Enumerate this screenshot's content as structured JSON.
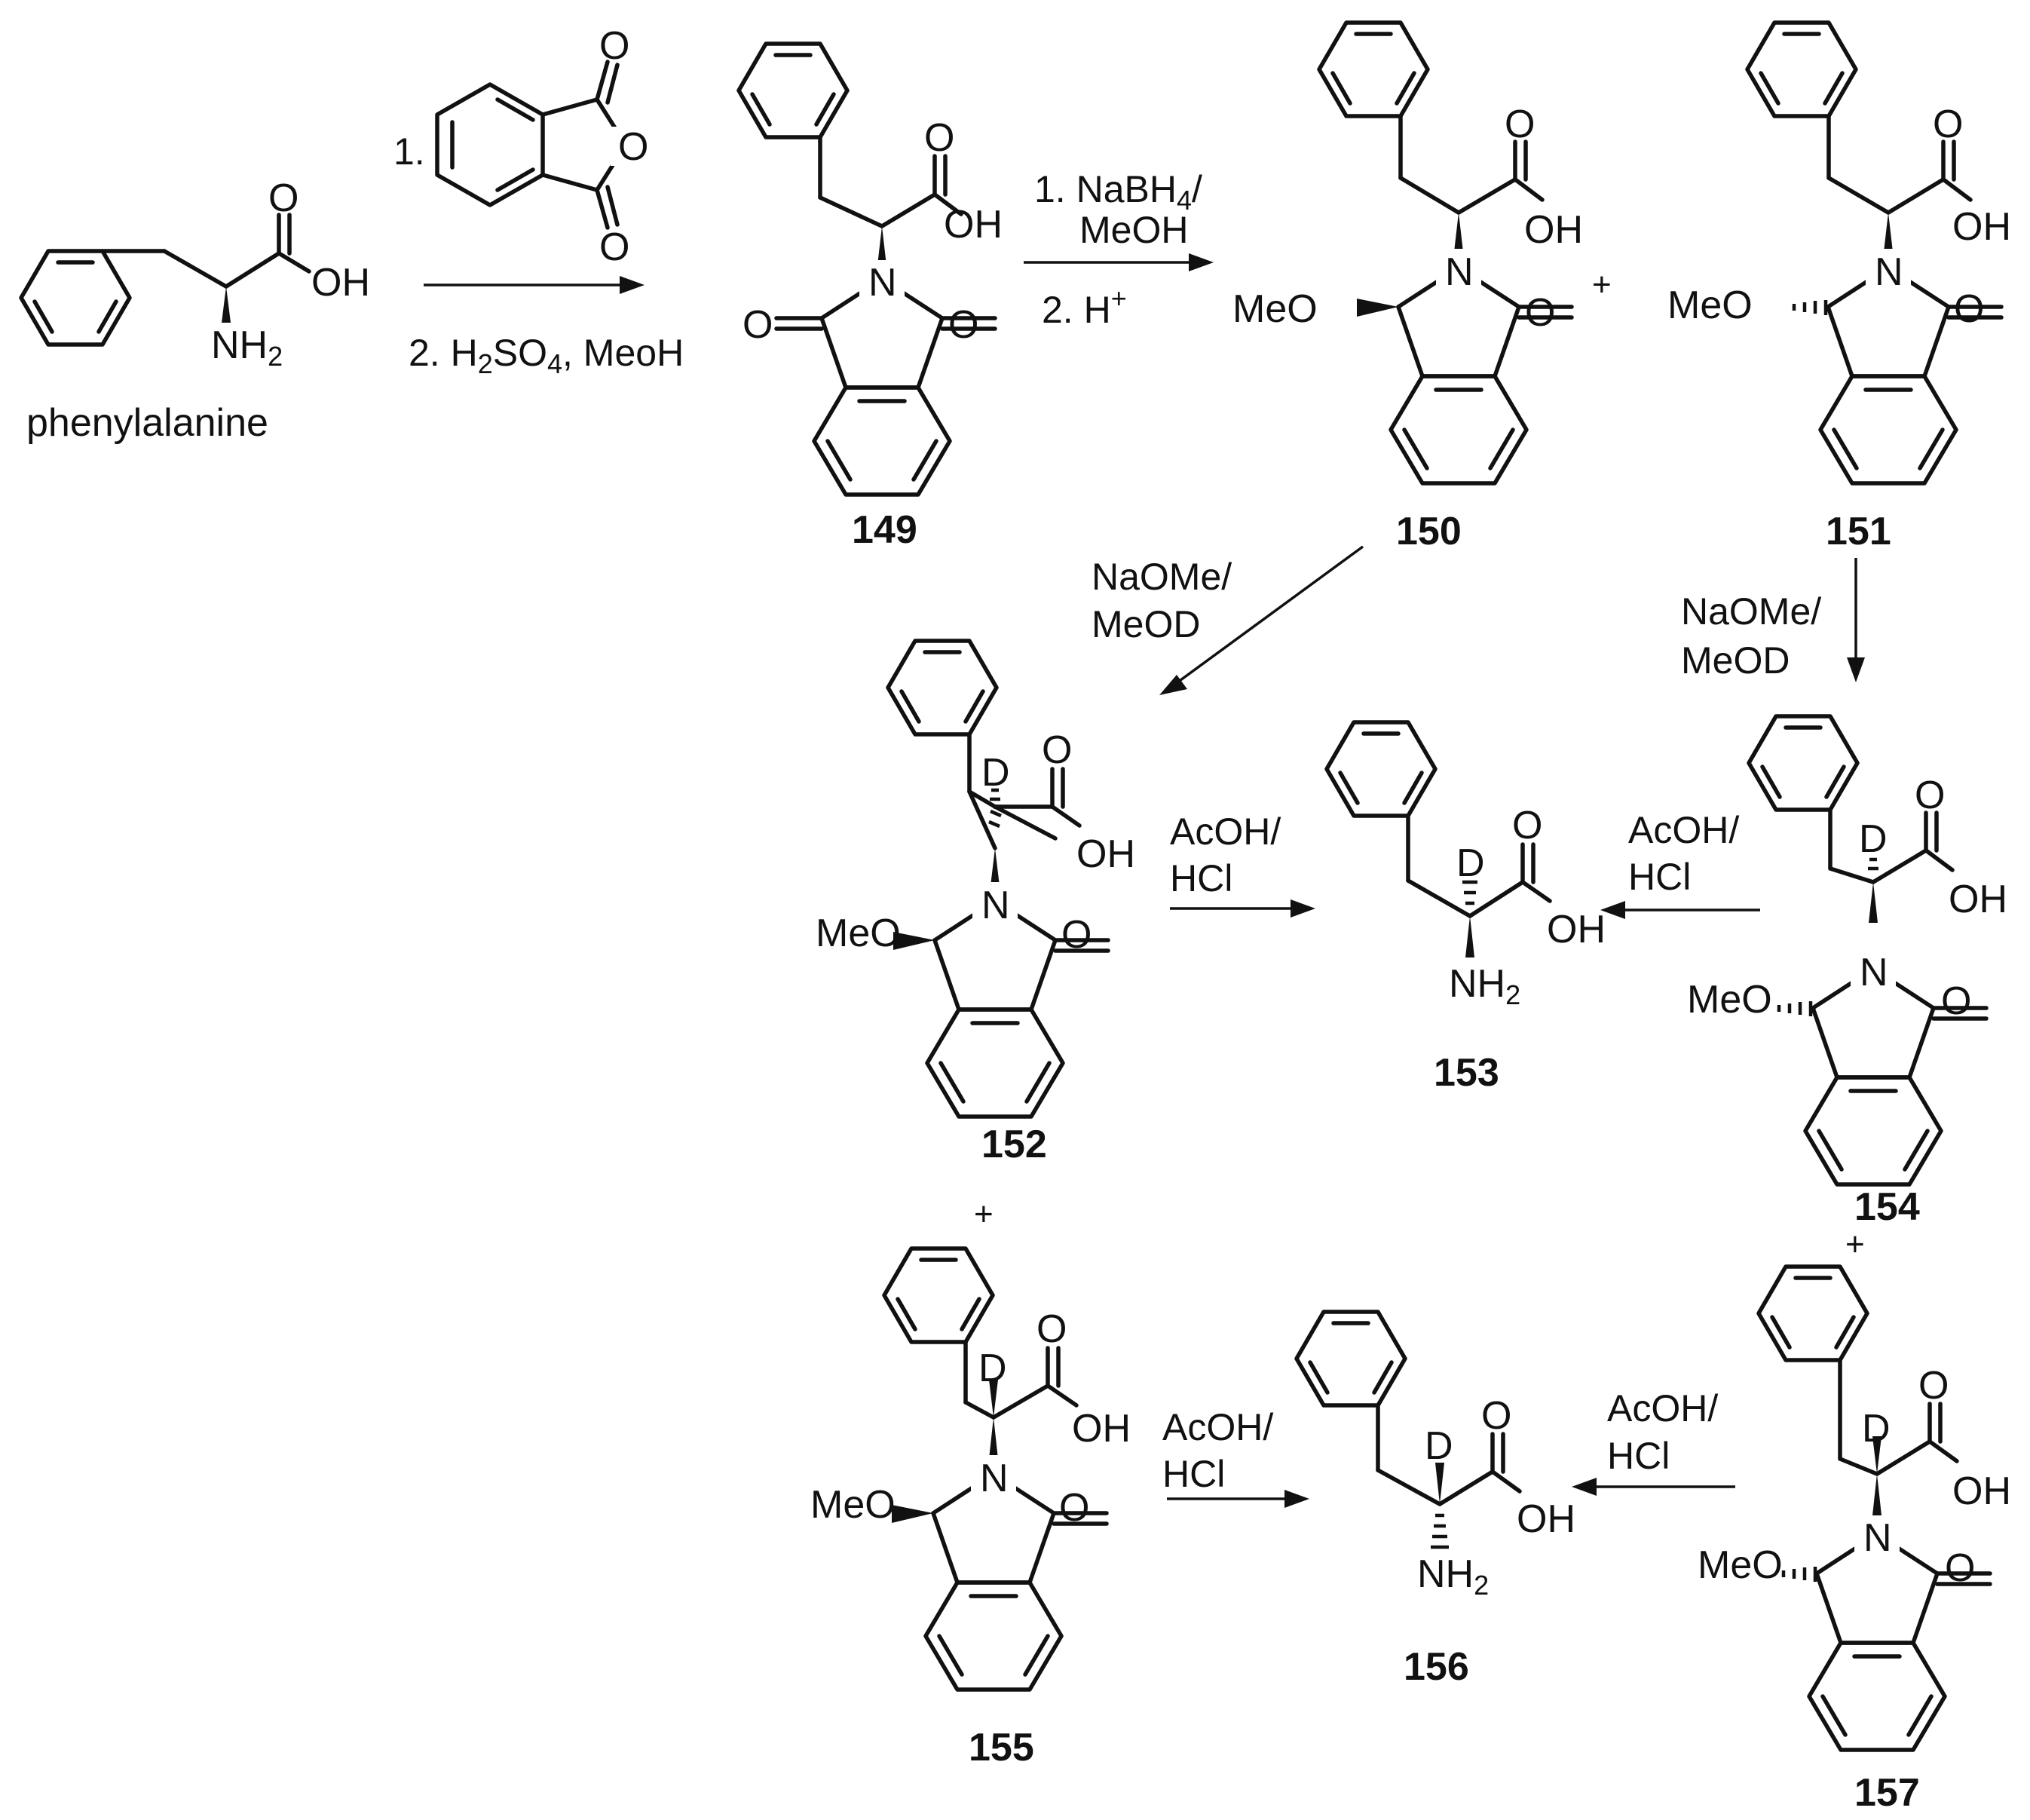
{
  "compounds": {
    "phe": {
      "name": "phenylalanine",
      "oh": "OH",
      "nh2": "NH",
      "nh2_sub": "2"
    },
    "c149": {
      "id": "149",
      "oh": "OH",
      "n": "N"
    },
    "c150": {
      "id": "150",
      "oh": "OH",
      "n": "N",
      "meo": "MeO"
    },
    "c151": {
      "id": "151",
      "oh": "OH",
      "n": "N",
      "meo": "MeO"
    },
    "c152": {
      "id": "152",
      "oh": "OH",
      "n": "N",
      "meo": "MeO",
      "d": "D"
    },
    "c153": {
      "id": "153",
      "oh": "OH",
      "d": "D",
      "nh2": "NH",
      "nh2_sub": "2"
    },
    "c154": {
      "id": "154",
      "oh": "OH",
      "n": "N",
      "meo": "MeO",
      "d": "D"
    },
    "c155": {
      "id": "155",
      "oh": "OH",
      "n": "N",
      "meo": "MeO",
      "d": "D"
    },
    "c156": {
      "id": "156",
      "oh": "OH",
      "d": "D",
      "nh2": "NH",
      "nh2_sub": "2"
    },
    "c157": {
      "id": "157",
      "oh": "OH",
      "n": "N",
      "meo": "MeO",
      "d": "D"
    }
  },
  "reagents": {
    "step1_num": "1.",
    "step1_b": "2. H",
    "step1_b_sub1": "2",
    "step1_b_mid": "SO",
    "step1_b_sub2": "4",
    "step1_b_end": ", MeoH",
    "step2_a": "1. NaBH",
    "step2_a_sub": "4",
    "step2_a_end": "/",
    "step2_b": "MeOH",
    "step2_c": "2. H",
    "step2_c_sup": "+",
    "naome_a": "NaOMe/",
    "naome_b": "MeOD",
    "acoh_a": "AcOH/",
    "acoh_b": "HCl"
  },
  "atoms": {
    "o": "O"
  },
  "plus_sign": "+"
}
